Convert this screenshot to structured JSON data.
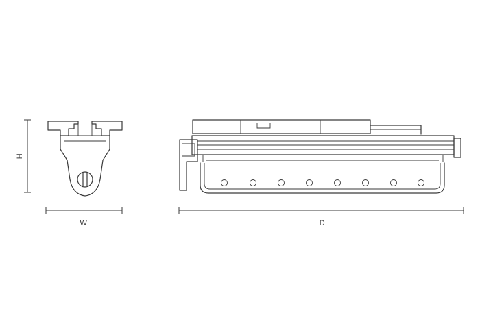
{
  "dimensions": {
    "height_label": "H",
    "width_label": "W",
    "depth_label": "D"
  },
  "colors": {
    "stroke": "#3a3a3a",
    "background": "#ffffff"
  }
}
